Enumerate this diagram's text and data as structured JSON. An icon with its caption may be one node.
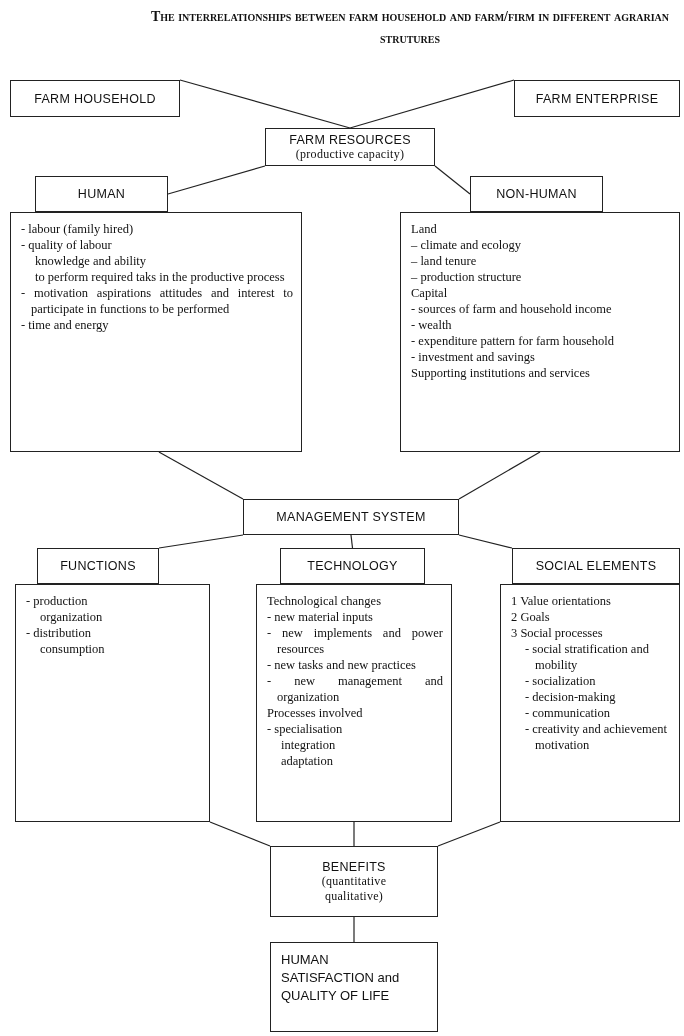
{
  "diagram": {
    "title": "The interrelationships between farm household and farm/firm in different agrarian strutures",
    "nodes": [
      {
        "text": [
          "FARM HOUSEHOLD"
        ]
      },
      {
        "text": [
          "FARM ENTERPRISE"
        ]
      },
      {
        "text": [
          "FARM RESOURCES",
          "(productive capacity)"
        ]
      },
      {
        "text": [
          "HUMAN"
        ]
      },
      {
        "text": [
          "- labour (family hired)",
          "- quality of labour",
          "knowledge and ability",
          "to perform required taks in the productive process",
          "- motivation aspirations attitudes and interest to participate in functions to be performed",
          "- time and energy"
        ]
      },
      {
        "text": [
          "NON-HUMAN"
        ]
      },
      {
        "text": [
          "Land",
          "– climate and ecology",
          "– land tenure",
          "– production structure",
          "Capital",
          "- sources of farm and household income",
          "- wealth",
          "- expenditure pattern for farm household",
          "- investment and savings",
          "Supporting institutions and services"
        ]
      },
      {
        "text": [
          "MANAGEMENT SYSTEM"
        ]
      },
      {
        "text": [
          "FUNCTIONS"
        ]
      },
      {
        "text": [
          "- production",
          "organization",
          "- distribution",
          "consumption"
        ]
      },
      {
        "text": [
          "TECHNOLOGY"
        ]
      },
      {
        "text": [
          "Technological changes",
          "- new material inputs",
          "- new implements and power resources",
          "- new tasks and new practices",
          "- new management and organization",
          "Processes involved",
          "- specialisation",
          "integration",
          "adaptation"
        ]
      },
      {
        "text": [
          "SOCIAL ELEMENTS"
        ]
      },
      {
        "text": [
          "1 Value orientations",
          "2 Goals",
          "3 Social processes",
          "- social stratification and mobility",
          "- socialization",
          "- decision-making",
          "- communication",
          "- creativity and achievement motivation"
        ]
      },
      {
        "text": [
          "BENEFITS",
          "(quantitative qualitative)"
        ]
      },
      {
        "text": [
          "HUMAN SATISFACTION and QUALITY OF LIFE"
        ]
      }
    ],
    "edges": [
      {
        "from": 0,
        "to": 2,
        "arrow": "none"
      },
      {
        "from": 1,
        "to": 2,
        "arrow": "none"
      },
      {
        "from": 2,
        "to": 3,
        "arrow": "none"
      },
      {
        "from": 2,
        "to": 5,
        "arrow": "none"
      },
      {
        "from": 4,
        "to": 7,
        "arrow": "none"
      },
      {
        "from": 6,
        "to": 7,
        "arrow": "none"
      },
      {
        "from": 7,
        "to": 8,
        "arrow": "none"
      },
      {
        "from": 7,
        "to": 10,
        "arrow": "none"
      },
      {
        "from": 7,
        "to": 12,
        "arrow": "none"
      },
      {
        "from": 9,
        "to": 14,
        "arrow": "none"
      },
      {
        "from": 11,
        "to": 14,
        "arrow": "none"
      },
      {
        "from": 13,
        "to": 14,
        "arrow": "none"
      },
      {
        "from": 14,
        "to": 15,
        "arrow": "none"
      }
    ]
  }
}
